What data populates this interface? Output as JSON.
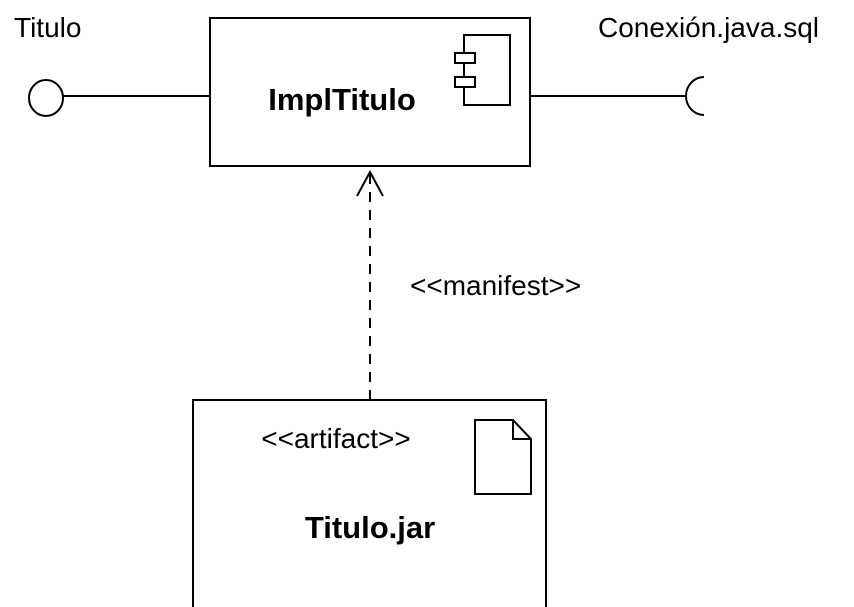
{
  "interfaces": {
    "provided_label": "Titulo",
    "required_label": "Conexión.java.sql"
  },
  "component": {
    "name": "ImplTitulo",
    "icon": "component-icon"
  },
  "relation": {
    "stereotype": "<<manifest>>"
  },
  "artifact": {
    "stereotype": "<<artifact>>",
    "name": "Titulo.jar",
    "icon": "document-icon"
  }
}
